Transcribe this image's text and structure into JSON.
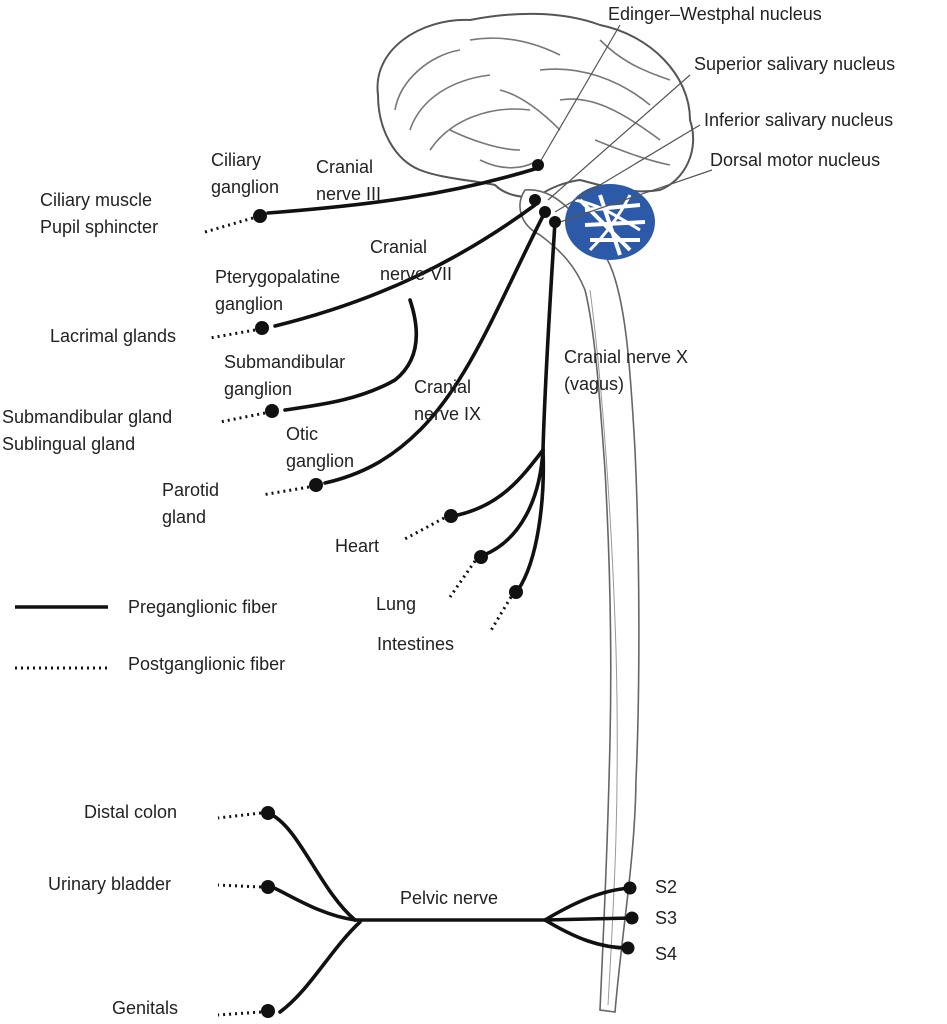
{
  "nuclei": {
    "edinger": "Edinger–Westphal nucleus",
    "superior": "Superior salivary nucleus",
    "inferior": "Inferior salivary nucleus",
    "dorsal": "Dorsal motor nucleus"
  },
  "nerves": {
    "cn3": [
      "Cranial",
      "nerve III"
    ],
    "cn7": [
      "Cranial",
      "nerve VII"
    ],
    "cn9": [
      "Cranial",
      "nerve IX"
    ],
    "cn10": [
      "Cranial nerve X",
      "(vagus)"
    ],
    "pelvic": "Pelvic nerve"
  },
  "ganglia": {
    "ciliary": [
      "Ciliary",
      "ganglion"
    ],
    "pterygopalatine": [
      "Pterygopalatine",
      "ganglion"
    ],
    "submandibular": [
      "Submandibular",
      "ganglion"
    ],
    "otic": [
      "Otic",
      "ganglion"
    ]
  },
  "targets": {
    "ciliary": [
      "Ciliary muscle",
      "Pupil sphincter"
    ],
    "lacrimal": "Lacrimal glands",
    "submandibular": [
      "Submandibular gland",
      "Sublingual gland"
    ],
    "parotid": [
      "Parotid",
      "gland"
    ],
    "heart": "Heart",
    "lung": "Lung",
    "intestines": "Intestines",
    "distal_colon": "Distal colon",
    "bladder": "Urinary bladder",
    "genitals": "Genitals"
  },
  "sacral": [
    "S2",
    "S3",
    "S4"
  ],
  "legend": {
    "pre": "Preganglionic fiber",
    "post": "Postganglionic fiber"
  },
  "colors": {
    "line": "#111111",
    "cerebellum": "#2d5aa8",
    "outline": "#555555"
  }
}
